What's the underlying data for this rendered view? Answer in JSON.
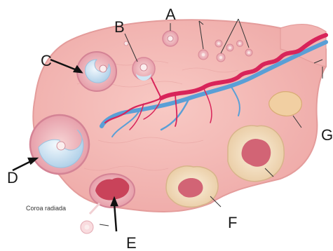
{
  "labels": {
    "a": "A",
    "b": "B",
    "c": "C",
    "d": "D",
    "e": "E",
    "f": "F",
    "g": "G",
    "corona": "Coroa radiada"
  },
  "colors": {
    "stroma": "#f4b9b6",
    "stroma_edge": "#e89a98",
    "artery": "#d8245a",
    "vein": "#5a9fd6",
    "antrum": "#cfe6f4",
    "corpus_luteum": "#f6e2c2",
    "ruptured": "#c9435a"
  }
}
